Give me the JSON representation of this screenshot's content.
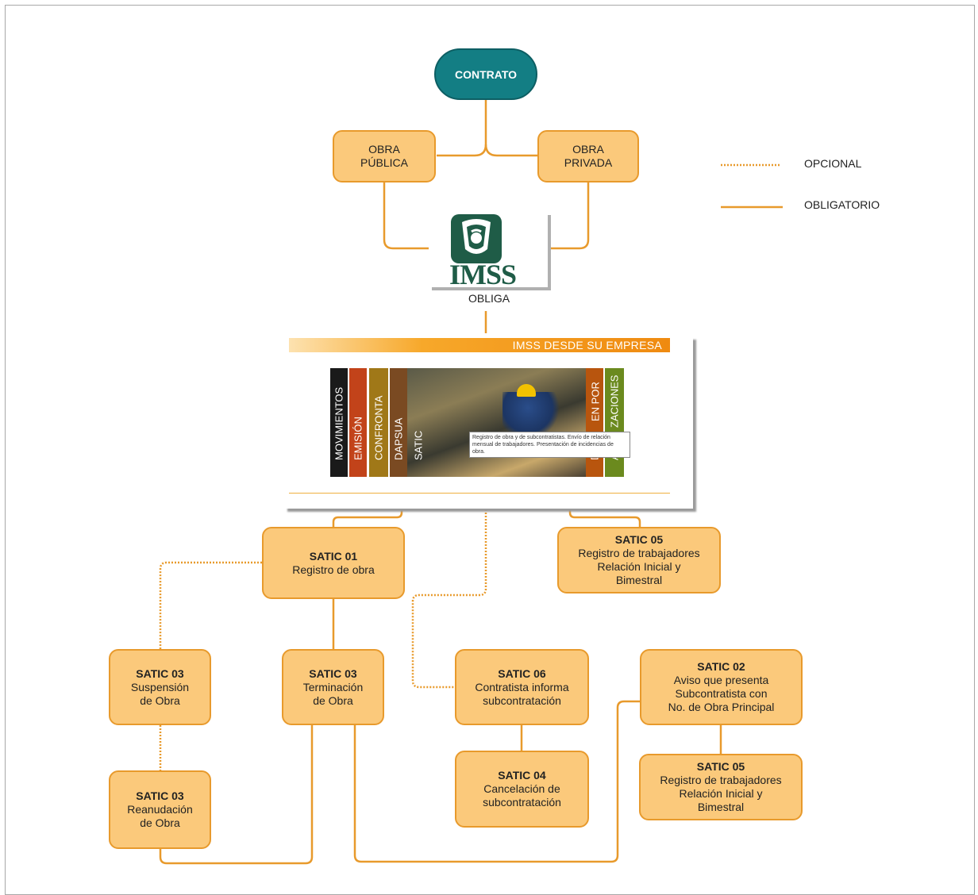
{
  "root": "CONTRATO",
  "obra_publica": "OBRA\nPÚBLICA",
  "obra_privada": "OBRA\nPRIVADA",
  "legend": {
    "optional": "OPCIONAL",
    "mandatory": "OBLIGATORIO"
  },
  "logo": {
    "brand": "IMSS",
    "caption": "OBLIGA"
  },
  "banner": {
    "title": "IMSS DESDE SU EMPRESA",
    "strips": [
      "MOVIMIENTOS",
      "EMISIÓN",
      "CONFRONTA",
      "DAPSUA",
      "SATIC",
      "DI",
      "EN POR",
      "AU",
      "ZACIONES"
    ],
    "tooltip": "Registro de obra y de subcontratistas. Envío de relación mensual de trabajadores. Presentación de incidencias de obra."
  },
  "nodes": {
    "satic01": {
      "code": "SATIC 01",
      "text": "Registro de obra"
    },
    "satic05_top": {
      "code": "SATIC 05",
      "text": "Registro de trabajadores\nRelación Inicial y\nBimestral"
    },
    "satic03_susp": {
      "code": "SATIC 03",
      "text": "Suspensión\nde Obra"
    },
    "satic03_term": {
      "code": "SATIC 03",
      "text": "Terminación\nde Obra"
    },
    "satic06": {
      "code": "SATIC 06",
      "text": "Contratista informa\nsubcontratación"
    },
    "satic02": {
      "code": "SATIC 02",
      "text": "Aviso que presenta\nSubcontratista con\nNo. de Obra Principal"
    },
    "satic03_rean": {
      "code": "SATIC 03",
      "text": "Reanudación\nde Obra"
    },
    "satic04": {
      "code": "SATIC 04",
      "text": "Cancelación de\nsubcontratación"
    },
    "satic05_bot": {
      "code": "SATIC 05",
      "text": "Registro de trabajadores\nRelación Inicial y\nBimestral"
    }
  },
  "colors": {
    "box_fill": "#fbc97b",
    "box_border": "#e89a2c",
    "line": "#e89a2c",
    "root_fill": "#137e84",
    "logo_green": "#1f5c47"
  }
}
